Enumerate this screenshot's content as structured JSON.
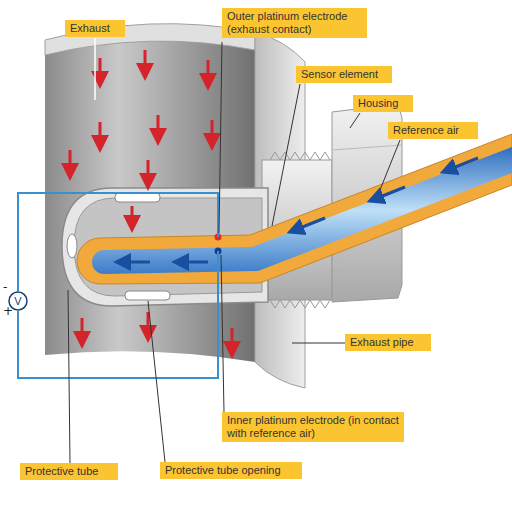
{
  "diagram": {
    "nodes": [
      {
        "text": [
          "Exhaust"
        ]
      },
      {
        "text": [
          "Outer platinum electrode (exhaust contact)"
        ]
      },
      {
        "text": [
          "Sensor element"
        ]
      },
      {
        "text": [
          "Housing"
        ]
      },
      {
        "text": [
          "Reference air"
        ]
      },
      {
        "text": [
          "V"
        ]
      },
      {
        "text": [
          "Exhaust pipe"
        ]
      },
      {
        "text": [
          "Inner platinum electrode (in contact with reference air)"
        ]
      },
      {
        "text": [
          "Protective tube"
        ]
      },
      {
        "text": [
          "Protective tube opening"
        ]
      }
    ],
    "labels": [
      "-",
      "+"
    ]
  }
}
